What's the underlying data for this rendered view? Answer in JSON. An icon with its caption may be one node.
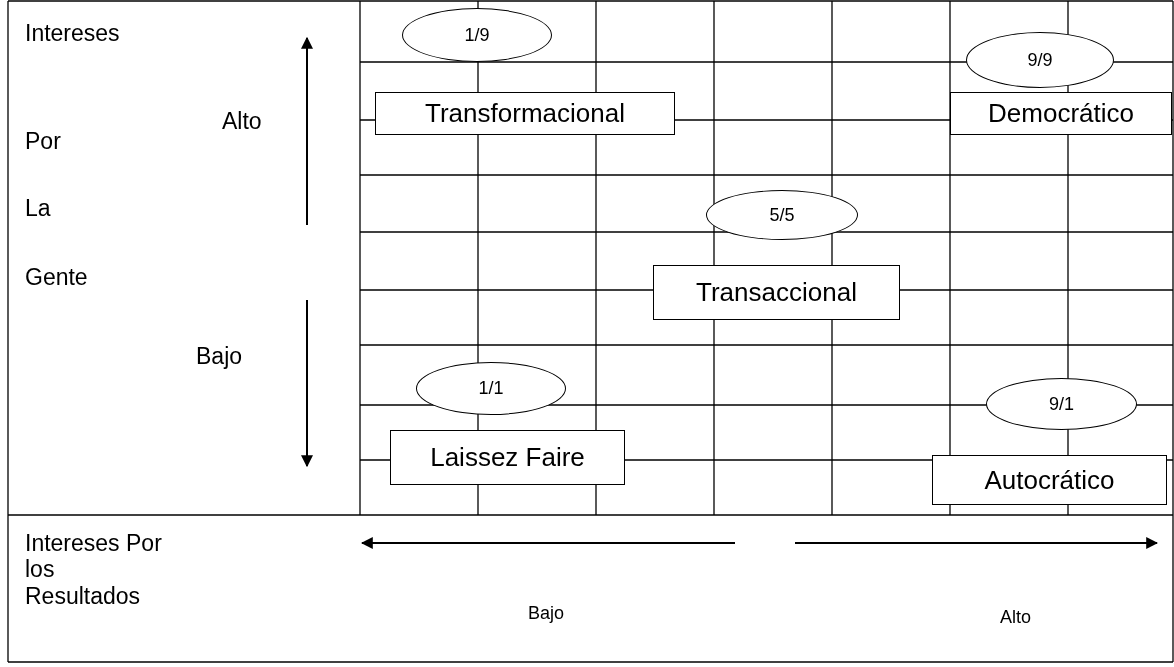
{
  "diagram": {
    "nodes": [
      {
        "text": [
          "1/9"
        ]
      },
      {
        "text": [
          "9/9"
        ]
      },
      {
        "text": [
          "Transformacional"
        ]
      },
      {
        "text": [
          "Democrático"
        ]
      },
      {
        "text": [
          "5/5"
        ]
      },
      {
        "text": [
          "Transaccional"
        ]
      },
      {
        "text": [
          "1/1"
        ]
      },
      {
        "text": [
          "9/1"
        ]
      },
      {
        "text": [
          "Laissez Faire"
        ]
      },
      {
        "text": [
          "Autocrático"
        ]
      }
    ],
    "edges": [],
    "labels": [
      "Intereses",
      "Alto",
      "Por",
      "La",
      "Gente",
      "Bajo",
      "Intereses Por los Resultados",
      "Bajo",
      "Alto"
    ]
  }
}
